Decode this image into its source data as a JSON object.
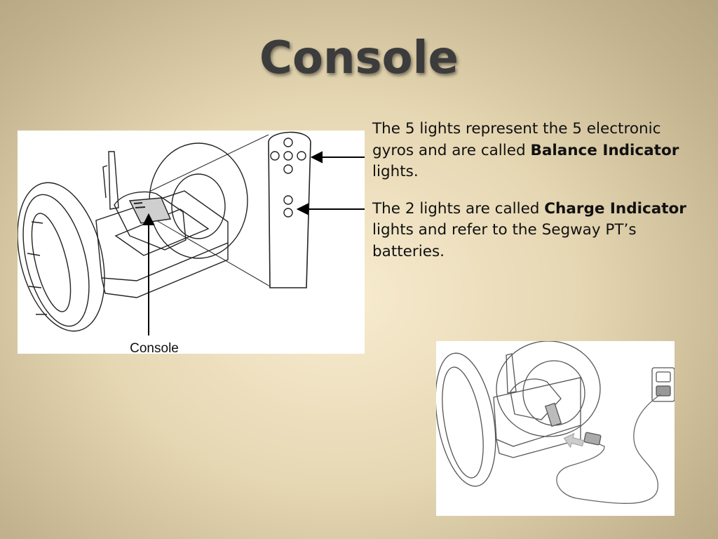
{
  "slide": {
    "title": "Console"
  },
  "paragraph1": {
    "prefix": "The 5 lights represent the 5 electronic gyros and are called ",
    "bold": "Balance Indicator",
    "suffix": " lights."
  },
  "paragraph2": {
    "prefix": "The 2 lights are called ",
    "bold": "Charge Indicator",
    "suffix": " lights and refer to the Segway PT’s batteries."
  },
  "figure_main": {
    "caption": "Console",
    "balance_lights_count": 5,
    "charge_lights_count": 2
  },
  "colors": {
    "title": "#3c3c3c",
    "text": "#111111",
    "background_center": "#f8ecd0",
    "background_edge": "#b2a47e"
  }
}
